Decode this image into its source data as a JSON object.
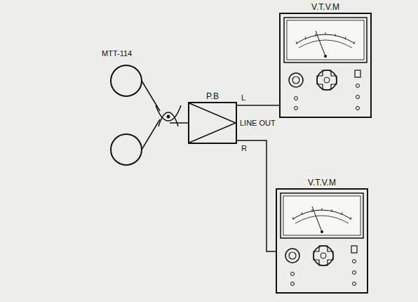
{
  "diagram": {
    "nodes": [
      {
        "text": [
          "P.B"
        ]
      },
      {
        "text": [
          "V.T.V.M"
        ]
      },
      {
        "text": [
          "V.T.V.M"
        ]
      }
    ],
    "edges": [
      {
        "from": 0,
        "to": 1,
        "arrow": "none"
      },
      {
        "from": 0,
        "to": 2,
        "arrow": "none"
      }
    ],
    "labels": [
      "MTT-114",
      "L",
      "LINE OUT",
      "R"
    ]
  }
}
